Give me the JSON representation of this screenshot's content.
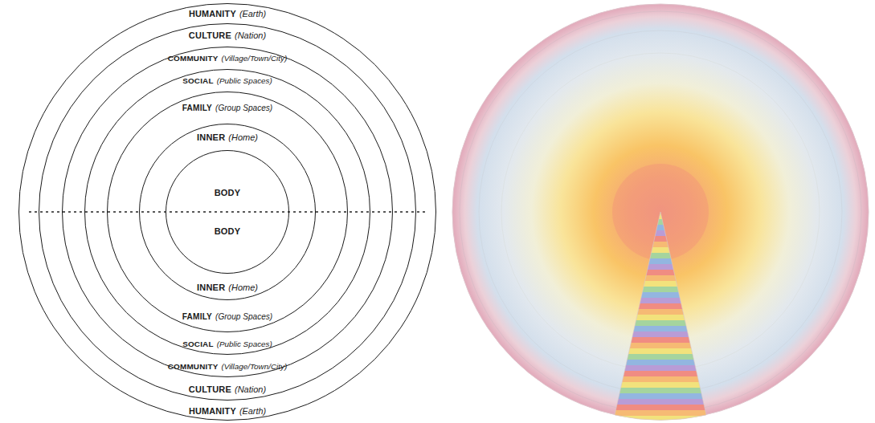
{
  "diagram": {
    "nodes": [
      {
        "text": [
          "HUMANITY",
          "(Earth)",
          "HUMANITY",
          "(Earth)"
        ]
      },
      {
        "text": [
          "CULTURE",
          "(Nation)",
          "CULTURE",
          "(Nation)"
        ],
        "in": 0
      },
      {
        "text": [
          "COMMUNITY",
          "(Village/Town/City)",
          "COMMUNITY",
          "(Village/Town/City)"
        ],
        "in": 1
      },
      {
        "text": [
          "SOCIAL",
          "(Public Spaces)",
          "SOCIAL",
          "(Public Spaces)"
        ],
        "in": 2
      },
      {
        "text": [
          "FAMILY",
          "(Group Spaces)",
          "FAMILY",
          "(Group Spaces)"
        ],
        "in": 3
      },
      {
        "text": [
          "INNER",
          "(Home)",
          "INNER",
          "(Home)"
        ],
        "in": 4
      },
      {
        "text": [
          "BODY",
          "BODY"
        ],
        "in": 5
      }
    ]
  }
}
